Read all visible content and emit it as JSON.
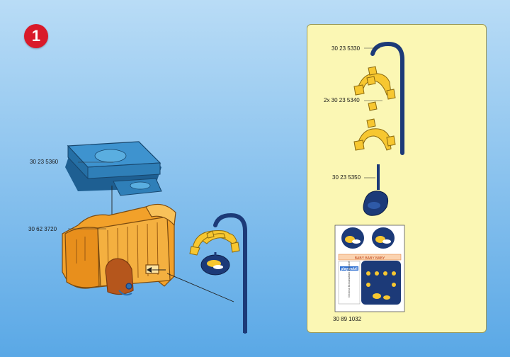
{
  "step": {
    "number": "1"
  },
  "parts": {
    "mattress_code": "30 23 5360",
    "crib_code": "30 62 3720",
    "pole_code": "30 23 5330",
    "arm_code": "2x 30 23 5340",
    "hub_code": "30 23 5350",
    "sticker_code": "30 89 1032"
  },
  "sticker": {
    "brand": "playmobil",
    "strip_text": "BABY BABY BABY",
    "fine_print": "Geobra Brandstätter Zirndorf"
  },
  "colors": {
    "background_top": "#b9dcf6",
    "background_bottom": "#5aa8e6",
    "step_badge": "#d91a2a",
    "panel": "#fbf7b4",
    "crib_orange": "#f2a12a",
    "mattress_blue": "#2f7fb8",
    "pole_navy": "#1c3a78",
    "arm_yellow": "#f7c730"
  }
}
